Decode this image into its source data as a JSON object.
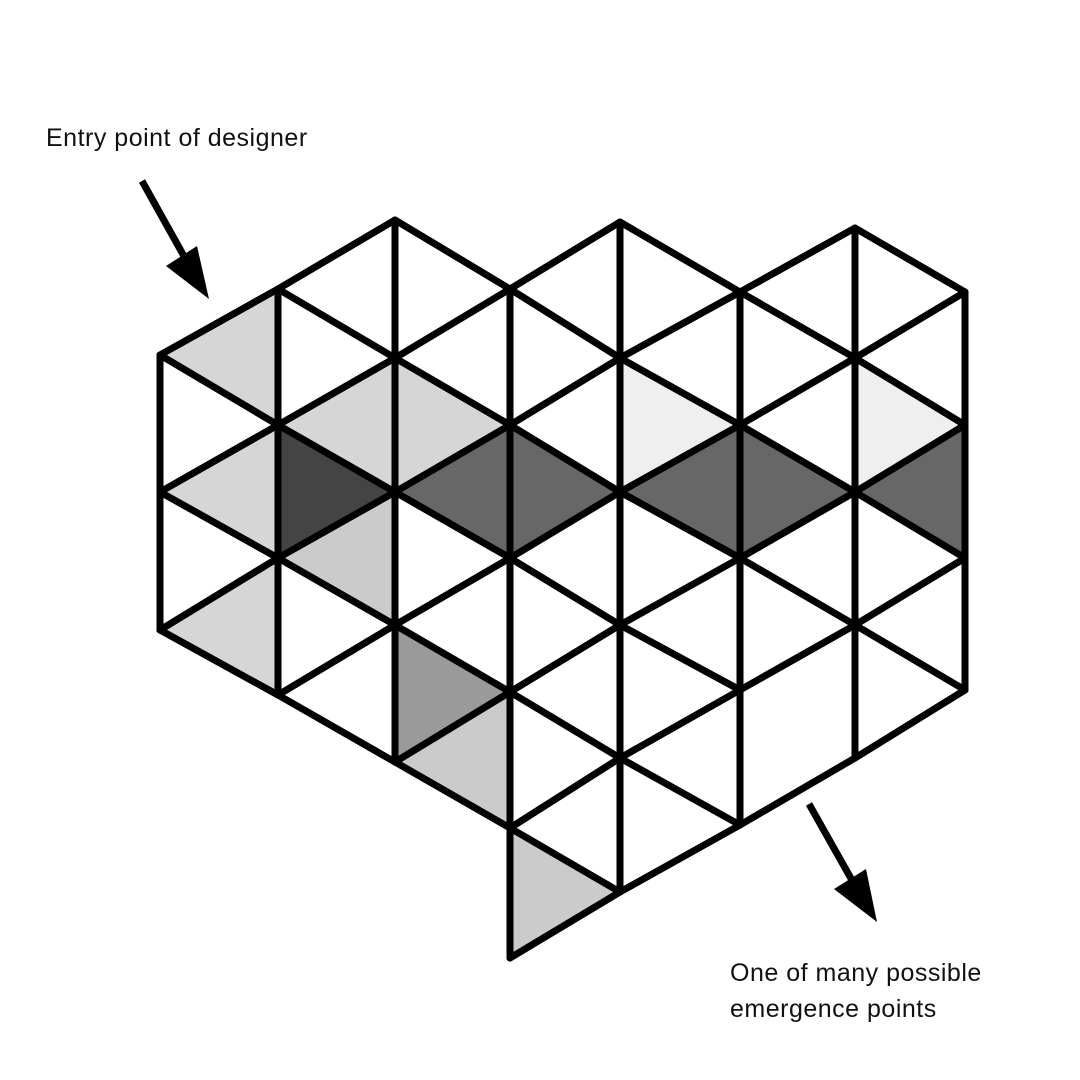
{
  "labels": {
    "entry": "Entry point of designer",
    "emergence_line1": "One of many possible",
    "emergence_line2": "emergence points"
  },
  "colors": {
    "background": "#ffffff",
    "stroke": "#000000",
    "shade_lightest": "#efefef",
    "shade_light": "#d6d6d6",
    "shade_mid_light": "#cbcbcb",
    "shade_mid": "#9a9a9a",
    "shade_dark": "#676767",
    "shade_darkest": "#444444"
  }
}
